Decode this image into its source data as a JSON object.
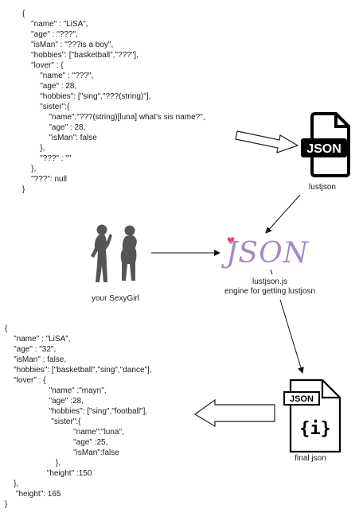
{
  "top_json_lines": [
    "{",
    "    \"name\" : \"LiSA\",",
    "    \"age\" : \"???\",",
    "    \"isMan\" : \"???is a boy\",",
    "    \"hobbies\": [\"basketball\",\"???\"],",
    "    \"lover\" : {",
    "        \"name\" : \"???\",",
    "        \"age\" : 28,",
    "        \"hobbies\": [\"sing\",\"???(string)\"],",
    "        \"sister\":{",
    "            \"name\":\"???(string)[luna] what's sis name?\",",
    "            \"age\" : 28,",
    "            \"isMan\": false",
    "        },",
    "        \"???\" : \"\"",
    "    },",
    "    \"???\": null",
    "}"
  ],
  "bottom_json_lines": [
    "{",
    "    \"name\" : \"LiSA\",",
    "    \"age\" : \"32\",",
    "    \"isMan\" : false,",
    "    \"hobbies\": [\"basketball\",\"sing\",\"dance\"],",
    "    \"lover\" : {",
    "                    \"name\" :\"mayn\",",
    "                    \"age\" :28,",
    "                    \"hobbies\": [\"sing\",\"football\"],",
    "                     \"sister\":{",
    "                               \"name\":\"luna\",",
    "                               \"age\" :25,",
    "                               \"isMan\":false",
    "                       },",
    "                   \"height\" :150",
    "    },",
    "     \"height\": 165",
    "}"
  ],
  "labels": {
    "lustjson": "lustjson",
    "engine_name": "lustjson.js",
    "engine_desc": "engine for getting lustjosn",
    "girl": "your SexyGirl",
    "final": "final json"
  },
  "icons": {
    "file_badge": "JSON",
    "doc_badge": "JSON",
    "doc_glyph": "{i}",
    "logo_text": "JSON",
    "logo_heart": "♥"
  },
  "colors": {
    "logo_purple": "#a48ac4",
    "heart_pink": "#e8447a",
    "silhouette": "#555555",
    "arrow": "#111111"
  }
}
